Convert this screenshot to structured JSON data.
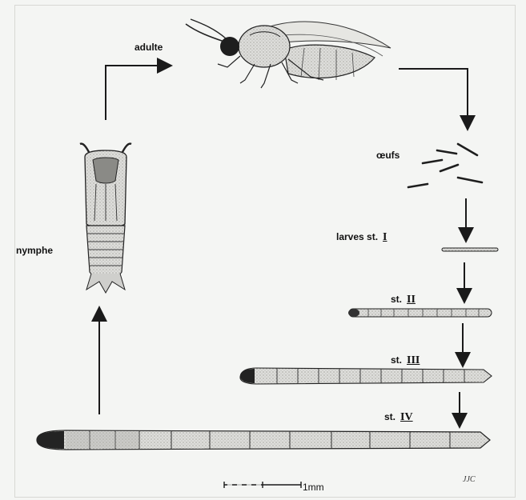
{
  "labels": {
    "adult": "adulte",
    "eggs": "œufs",
    "larva1_prefix": "larves st.",
    "larva1_stage": "I",
    "larva2_prefix": "st.",
    "larva2_stage": "II",
    "larva3_prefix": "st.",
    "larva3_stage": "III",
    "larva4_prefix": "st.",
    "larva4_stage": "IV",
    "nymph": "nymphe"
  },
  "scale": {
    "text": "1mm"
  },
  "signature": "JJC",
  "colors": {
    "ink": "#1a1a1a",
    "stipple": "#c9c9c6",
    "dark": "#333333",
    "background": "#f4f5f3"
  }
}
